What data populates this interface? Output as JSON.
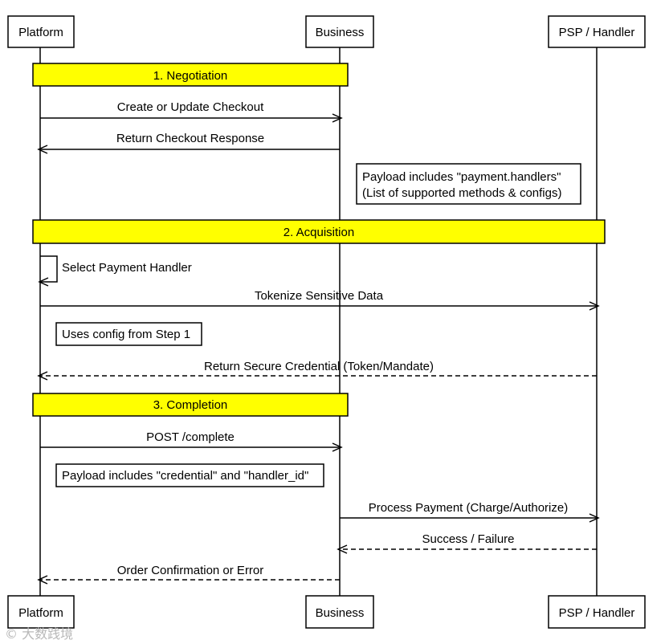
{
  "participants": {
    "platform": "Platform",
    "business": "Business",
    "psp": "PSP / Handler"
  },
  "phases": {
    "negotiation": "1. Negotiation",
    "acquisition": "2. Acquisition",
    "completion": "3. Completion"
  },
  "messages": {
    "create_checkout": "Create or Update Checkout",
    "return_checkout": "Return Checkout Response",
    "select_handler": "Select Payment Handler",
    "tokenize": "Tokenize Sensitive Data",
    "return_credential": "Return Secure Credential (Token/Mandate)",
    "post_complete": "POST /complete",
    "process_payment": "Process Payment (Charge/Authorize)",
    "success_failure": "Success / Failure",
    "order_confirmation": "Order Confirmation or Error"
  },
  "notes": {
    "payload_handlers_line1": "Payload includes \"payment.handlers\"",
    "payload_handlers_line2": "(List of supported methods & configs)",
    "uses_config": "Uses config from Step 1",
    "payload_credential": "Payload includes \"credential\" and \"handler_id\""
  },
  "watermark": "© 大数践境",
  "colors": {
    "phase_fill": "#ffff00",
    "line": "#000000",
    "background": "#ffffff"
  }
}
